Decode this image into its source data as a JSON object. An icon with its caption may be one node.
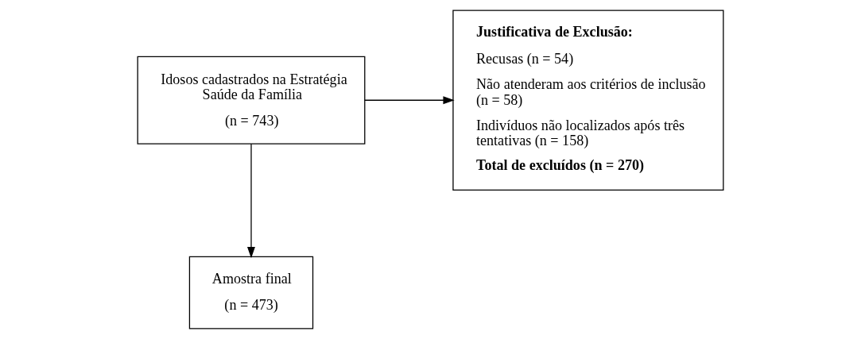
{
  "diagram": {
    "nodes": [
      {
        "text": [
          "Idosos cadastrados na Estratégia Saúde da Família",
          "(n = 743)"
        ]
      },
      {
        "text": [
          "Justificativa de Exclusão:",
          "Recusas (n = 54)",
          "Não atenderam aos critérios de inclusão (n = 58)",
          "Indivíduos não localizados após três tentativas (n = 158)",
          "Total de excluídos (n = 270)"
        ]
      },
      {
        "text": [
          "Amostra final",
          "(n = 473)"
        ]
      }
    ],
    "edges": [
      {
        "from": 0,
        "to": 1,
        "arrow": "to"
      },
      {
        "from": 0,
        "to": 2,
        "arrow": "to"
      }
    ]
  }
}
